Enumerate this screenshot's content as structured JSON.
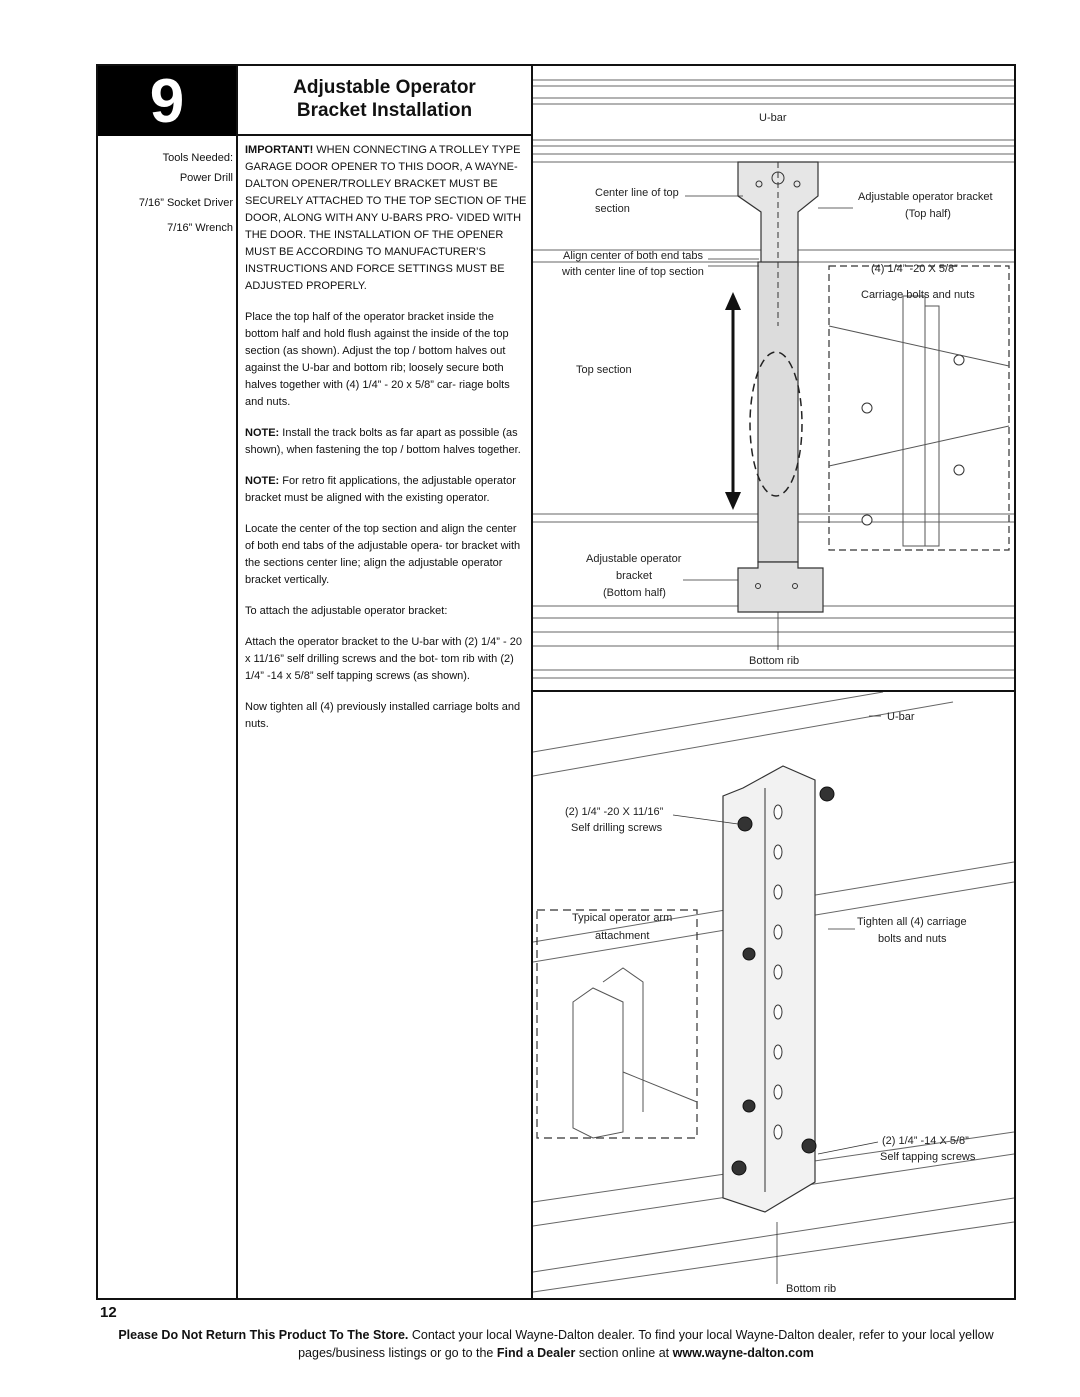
{
  "step": {
    "number": "9",
    "title_line1": "Adjustable Operator",
    "title_line2": "Bracket Installation"
  },
  "tools": {
    "heading": "Tools Needed:",
    "items": [
      "Power Drill",
      "7/16” Socket Driver",
      "7/16” Wrench"
    ]
  },
  "body": {
    "important_lead": "IMPORTANT!",
    "important_text": " WHEN CONNECTING A TROLLEY TYPE GARAGE DOOR OPENER TO THIS DOOR, A WAYNE-DALTON OPENER/TROLLEY BRACKET MUST BE SECURELY ATTACHED TO THE TOP SECTION OF THE DOOR, ALONG WITH ANY U-BARS PRO- VIDED WITH THE DOOR. THE INSTALLATION OF THE OPENER MUST BE ACCORDING TO MANUFACTURER’S INSTRUCTIONS AND FORCE SETTINGS MUST BE ADJUSTED PROPERLY.",
    "para1": "Place the top half of the operator bracket inside the bottom half and hold flush against the inside of the top section (as shown). Adjust the top / bottom halves out against the U-bar and bottom rib; loosely secure both halves together with (4) 1/4” - 20 x 5/8” car- riage bolts and nuts.",
    "note1_lead": "NOTE:",
    "note1_text": " Install the track bolts as far apart as possible (as shown), when fastening the top / bottom halves together.",
    "note2_lead": "NOTE:",
    "note2_text": " For retro fit applications, the adjustable operator bracket must be aligned with the existing operator.",
    "para2": "Locate the center of the top section and align the center of both end tabs of the adjustable opera- tor bracket with the sections center line; align the adjustable operator bracket vertically.",
    "para3": "To attach the adjustable operator bracket:",
    "para4": "Attach the operator bracket to the U-bar with  (2) 1/4” - 20 x 11/16” self drilling screws and the bot- tom rib with (2) 1/4” -14 x 5/8” self tapping screws (as shown).",
    "para5": "Now tighten all (4) previously installed carriage bolts and nuts."
  },
  "diagram_top": {
    "ubar": "U-bar",
    "centerline_1": "Center line of top",
    "centerline_2": "section",
    "bracket_top_1": "Adjustable operator bracket",
    "bracket_top_2": "(Top half)",
    "align_1": "Align center of both end tabs",
    "align_2": "with center line of top section",
    "carriage_1": "(4) 1/4” -20 X 5/8”",
    "carriage_2": "Carriage bolts and nuts",
    "top_section": "Top section",
    "bracket_bot_1": "Adjustable operator",
    "bracket_bot_2": "bracket",
    "bracket_bot_3": "(Bottom half)",
    "bottom_rib": "Bottom rib"
  },
  "diagram_bottom": {
    "ubar": "U-bar",
    "drill_1": "(2) 1/4” -20 X 11/16”",
    "drill_2": "Self drilling screws",
    "arm_1": "Typical operator arm",
    "arm_2": "attachment",
    "tighten_1": "Tighten all (4) carriage",
    "tighten_2": "bolts and nuts",
    "tap_1": "(2) 1/4” -14 X 5/8”",
    "tap_2": "Self tapping screws",
    "bottom_rib": "Bottom rib"
  },
  "page_number": "12",
  "footer": {
    "bold_lead": "Please Do Not Return This Product To The Store.",
    "text1": " Contact your local Wayne-Dalton dealer. To find your local Wayne-Dalton dealer, refer to your local yellow pages/business listings or go to the ",
    "bold_mid": "Find a Dealer",
    "text2": " section online at ",
    "bold_url": "www.wayne-dalton.com"
  }
}
